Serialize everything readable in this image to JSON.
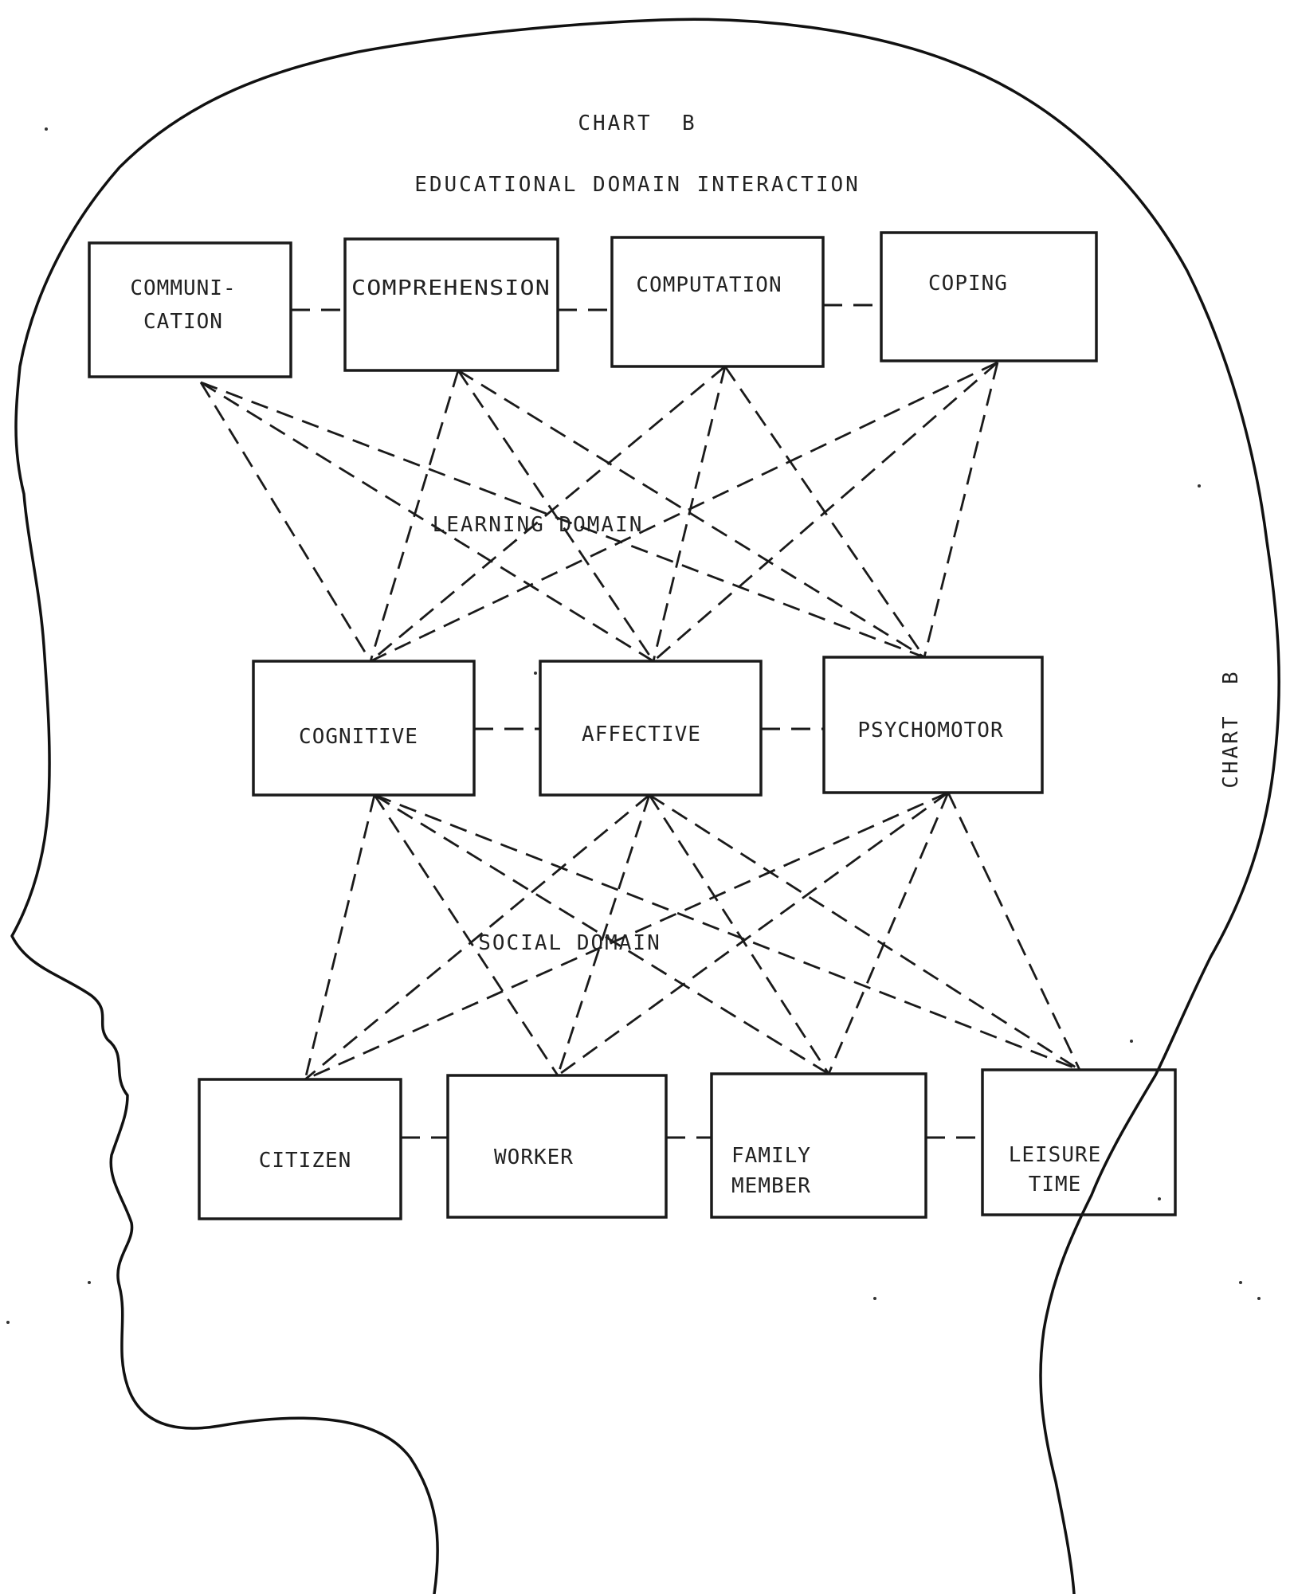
{
  "title": "CHART  B",
  "subtitle": "EDUCATIONAL DOMAIN INTERACTION",
  "side_label": "CHART  B",
  "learning_domain_label": "LEARNING DOMAIN",
  "social_domain_label": "SOCIAL DOMAIN",
  "top_boxes": [
    {
      "id": "communication",
      "lines": [
        "COMMUNI-",
        "CATION"
      ]
    },
    {
      "id": "comprehension",
      "lines": [
        "COMPREHENSION"
      ]
    },
    {
      "id": "computation",
      "lines": [
        "COMPUTATION"
      ]
    },
    {
      "id": "coping",
      "lines": [
        "COPING"
      ]
    }
  ],
  "middle_boxes": [
    {
      "id": "cognitive",
      "lines": [
        "COGNITIVE"
      ]
    },
    {
      "id": "affective",
      "lines": [
        "AFFECTIVE"
      ]
    },
    {
      "id": "psychomotor",
      "lines": [
        "PSYCHOMOTOR"
      ]
    }
  ],
  "bottom_boxes": [
    {
      "id": "citizen",
      "lines": [
        "CITIZEN"
      ]
    },
    {
      "id": "worker",
      "lines": [
        "WORKER"
      ]
    },
    {
      "id": "family-member",
      "lines": [
        "FAMILY",
        "MEMBER"
      ]
    },
    {
      "id": "leisure-time",
      "lines": [
        "LEISURE",
        "TIME"
      ]
    }
  ],
  "connections_top_to_middle": "each top box connects to each middle box",
  "connections_middle_to_bottom": "each middle box connects to each bottom box"
}
